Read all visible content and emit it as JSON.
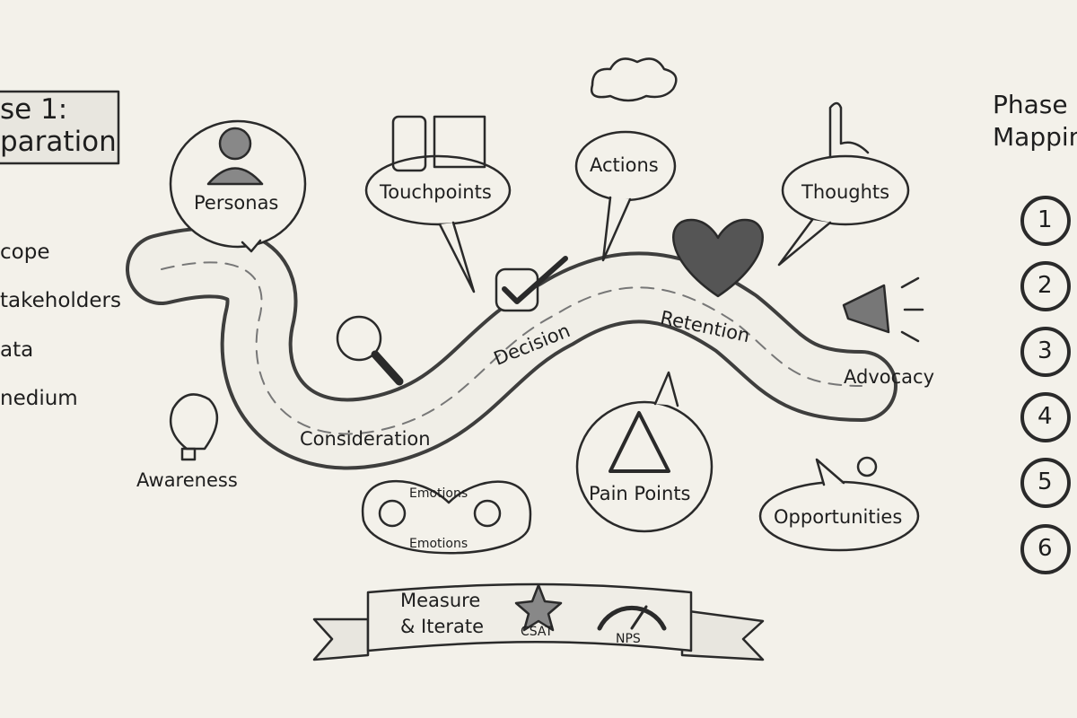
{
  "left_panel": {
    "title_line1": "se 1:",
    "title_line2": "paration",
    "items": [
      "cope",
      "takeholders",
      "ata",
      "nedium"
    ]
  },
  "right_panel": {
    "title_line1": "Phase",
    "title_line2": "Mappin",
    "steps": [
      "1",
      "2",
      "3",
      "4",
      "5",
      "6"
    ]
  },
  "journey": {
    "personas": "Personas",
    "touchpoints": "Touchpoints",
    "actions": "Actions",
    "thoughts": "Thoughts",
    "awareness": "Awareness",
    "consideration": "Consideration",
    "decision": "Decision",
    "retention": "Retention",
    "advocacy": "Advocacy",
    "emotions_top": "Emotions",
    "emotions_bottom": "Emotions",
    "pain_points": "Pain Points",
    "opportunities": "Opportunities"
  },
  "banner": {
    "line1": "Measure",
    "line2": "& Iterate",
    "csat": "CSAT",
    "nps": "NPS"
  },
  "colors": {
    "paper": "#f3f1ea",
    "ink": "#222222",
    "heart": "#555555"
  }
}
